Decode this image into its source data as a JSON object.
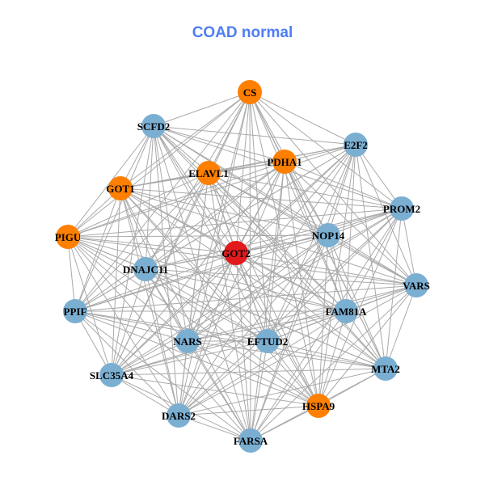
{
  "title": "COAD normal",
  "colors": {
    "hub": "#E31A1C",
    "highlight": "#FF7F00",
    "normal": "#7BAFD2",
    "edge": "#AAAAAA",
    "title": "#4E7EF4"
  },
  "nodes": [
    {
      "id": "CS",
      "group": "highlight"
    },
    {
      "id": "SCFD2",
      "group": "normal"
    },
    {
      "id": "E2F2",
      "group": "normal"
    },
    {
      "id": "PDHA1",
      "group": "highlight"
    },
    {
      "id": "ELAVL1",
      "group": "highlight"
    },
    {
      "id": "GOT1",
      "group": "highlight"
    },
    {
      "id": "PROM2",
      "group": "normal"
    },
    {
      "id": "PIGU",
      "group": "highlight"
    },
    {
      "id": "NOP14",
      "group": "normal"
    },
    {
      "id": "GOT2",
      "group": "hub"
    },
    {
      "id": "DNAJC11",
      "group": "normal"
    },
    {
      "id": "VARS",
      "group": "normal"
    },
    {
      "id": "PPIF",
      "group": "normal"
    },
    {
      "id": "FAM81A",
      "group": "normal"
    },
    {
      "id": "NARS",
      "group": "normal"
    },
    {
      "id": "EFTUD2",
      "group": "normal"
    },
    {
      "id": "MTA2",
      "group": "normal"
    },
    {
      "id": "SLC35A4",
      "group": "normal"
    },
    {
      "id": "HSPA9",
      "group": "highlight"
    },
    {
      "id": "DARS2",
      "group": "normal"
    },
    {
      "id": "FARSA",
      "group": "normal"
    }
  ],
  "edges": "all-pairs"
}
